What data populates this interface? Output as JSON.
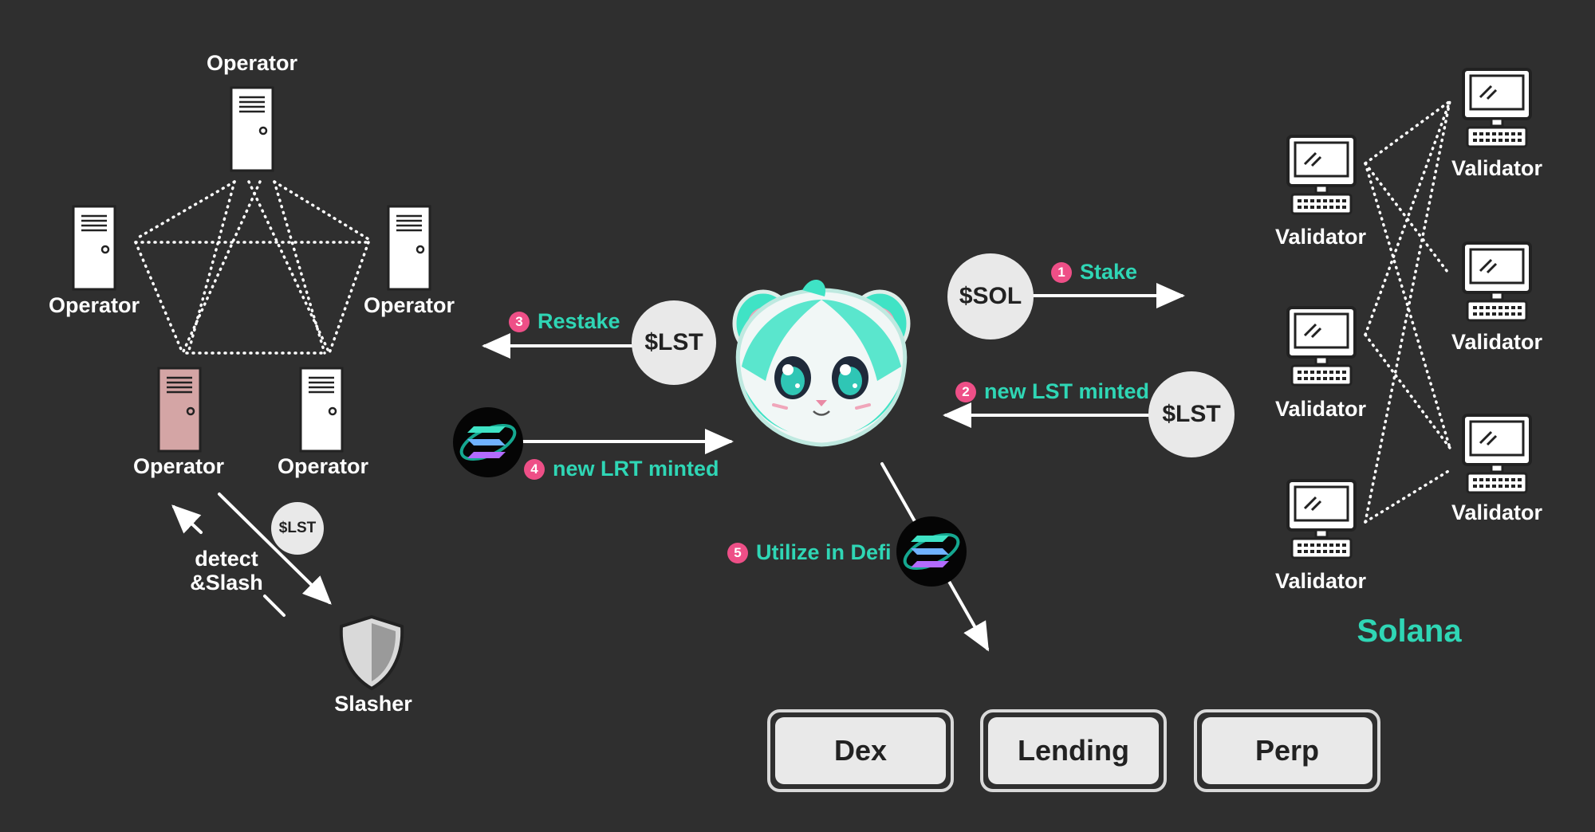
{
  "operators": {
    "top": "Operator",
    "left": "Operator",
    "right": "Operator",
    "bottom_left": "Operator",
    "bottom_right": "Operator"
  },
  "slasher": {
    "label": "Slasher",
    "token": "$LST",
    "detect_line1": "detect",
    "detect_line2": "&Slash"
  },
  "flows": {
    "restake": {
      "number": "3",
      "label": "Restake",
      "token": "$LST"
    },
    "new_lrt": {
      "number": "4",
      "label": "new LRT minted"
    },
    "stake": {
      "number": "1",
      "label": "Stake",
      "token": "$SOL"
    },
    "new_lst": {
      "number": "2",
      "label": "new LST minted",
      "token": "$LST"
    },
    "defi": {
      "number": "5",
      "label": "Utilize in Defi"
    }
  },
  "validators": {
    "labels": [
      "Validator",
      "Validator",
      "Validator",
      "Validator",
      "Validator",
      "Validator"
    ],
    "network": "Solana"
  },
  "defi_apps": [
    "Dex",
    "Lending",
    "Perp"
  ],
  "colors": {
    "background": "#2f2f2f",
    "accent": "#2fd6b5",
    "step_badge": "#ee4f87",
    "slashed_operator": "#d4a5a5",
    "token_bg": "#e9e9e9"
  }
}
